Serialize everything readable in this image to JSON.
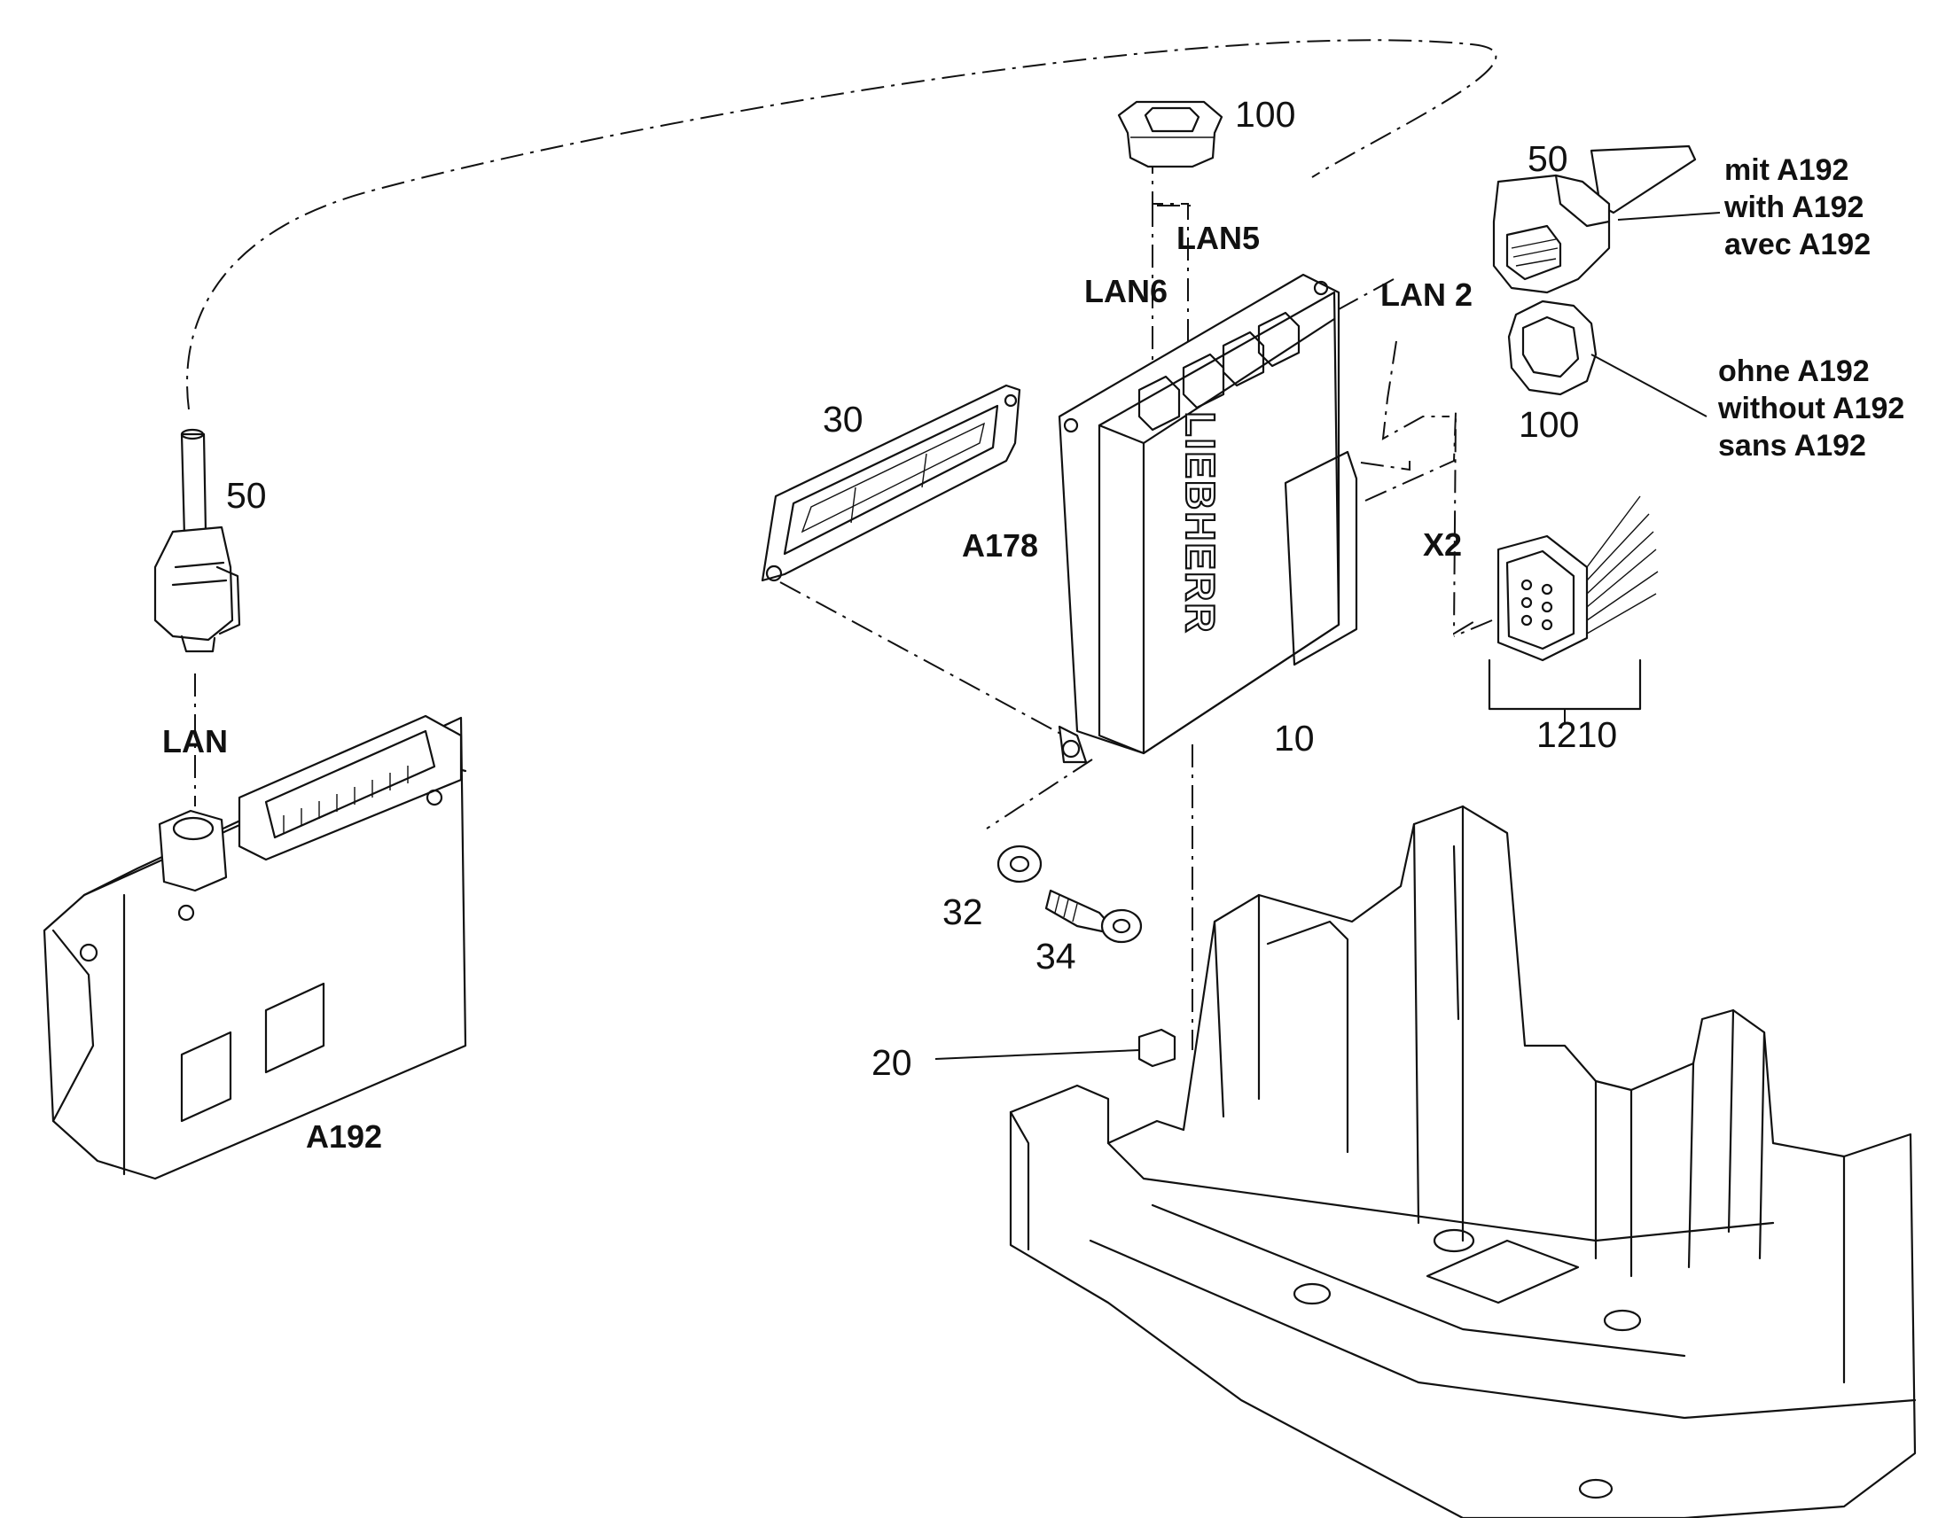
{
  "part_numbers": {
    "p100_top": "100",
    "p50_right": "50",
    "p50_left": "50",
    "p30": "30",
    "p100_mid": "100",
    "p10": "10",
    "p1210": "1210",
    "p32": "32",
    "p34": "34",
    "p20": "20"
  },
  "codes": {
    "lan5": "LAN5",
    "lan6": "LAN6",
    "lan2": "LAN 2",
    "lan": "LAN",
    "a178": "A178",
    "x2": "X2",
    "a192": "A192"
  },
  "notes": {
    "with_a192": [
      "mit A192",
      "with A192",
      "avec A192"
    ],
    "without_a192": [
      "ohne A192",
      "without A192",
      "sans A192"
    ]
  },
  "brand": "LIEBHERR"
}
